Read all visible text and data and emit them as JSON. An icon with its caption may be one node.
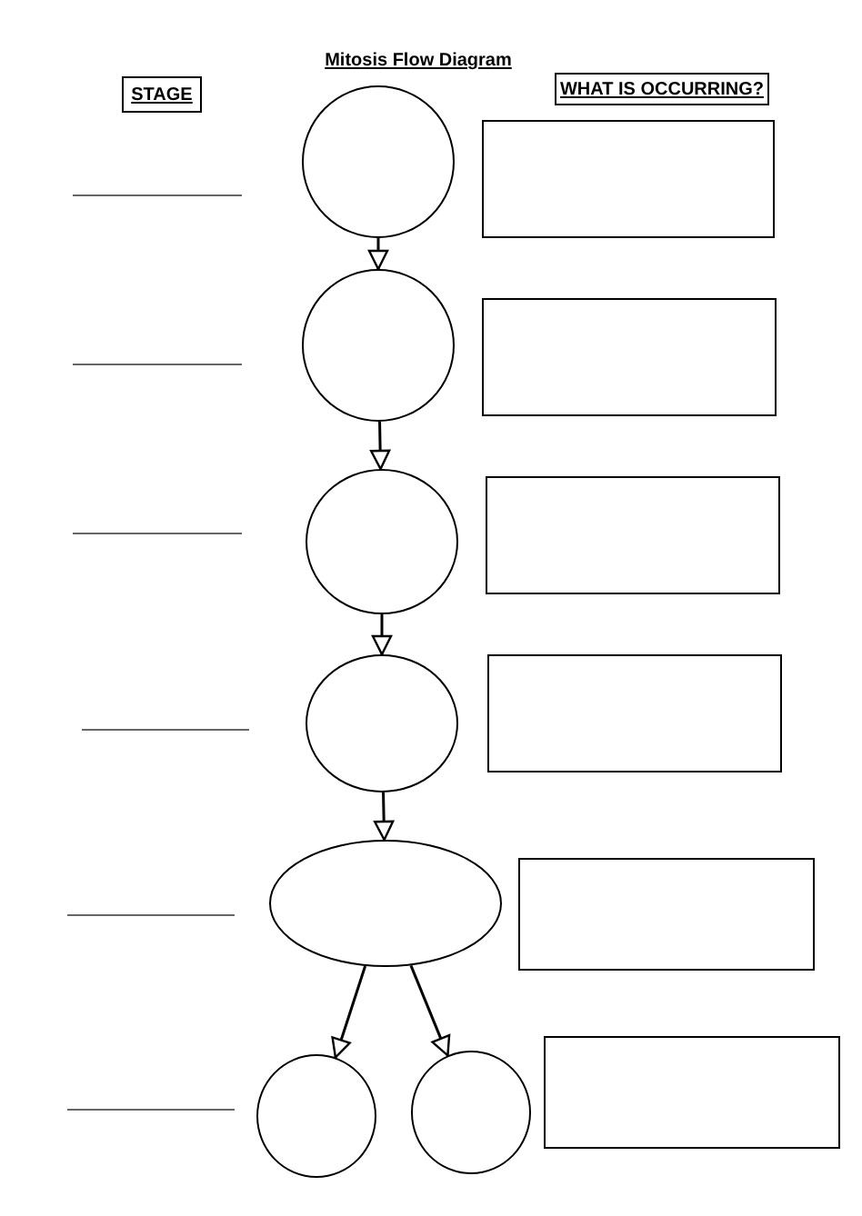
{
  "diagram": {
    "title": "Mitosis Flow Diagram",
    "nodes": [
      {
        "text": [
          "STAGE"
        ]
      },
      {
        "text": [
          "WHAT IS OCCURRING?"
        ]
      },
      {
        "text": [],
        "shape": "circle"
      },
      {
        "text": [],
        "shape": "box"
      },
      {
        "text": [],
        "shape": "circle"
      },
      {
        "text": [],
        "shape": "box"
      },
      {
        "text": [],
        "shape": "circle"
      },
      {
        "text": [],
        "shape": "box"
      },
      {
        "text": [],
        "shape": "circle"
      },
      {
        "text": [],
        "shape": "box"
      },
      {
        "text": [],
        "shape": "ellipse"
      },
      {
        "text": [],
        "shape": "box"
      },
      {
        "text": [],
        "shape": "circle"
      },
      {
        "text": [],
        "shape": "circle"
      },
      {
        "text": [],
        "shape": "box"
      }
    ],
    "edges": [
      {
        "from": 2,
        "to": 4,
        "arrow": "to"
      },
      {
        "from": 4,
        "to": 6,
        "arrow": "to"
      },
      {
        "from": 6,
        "to": 8,
        "arrow": "to"
      },
      {
        "from": 8,
        "to": 10,
        "arrow": "to"
      },
      {
        "from": 10,
        "to": 12,
        "arrow": "to"
      },
      {
        "from": 10,
        "to": 13,
        "arrow": "to"
      }
    ]
  }
}
